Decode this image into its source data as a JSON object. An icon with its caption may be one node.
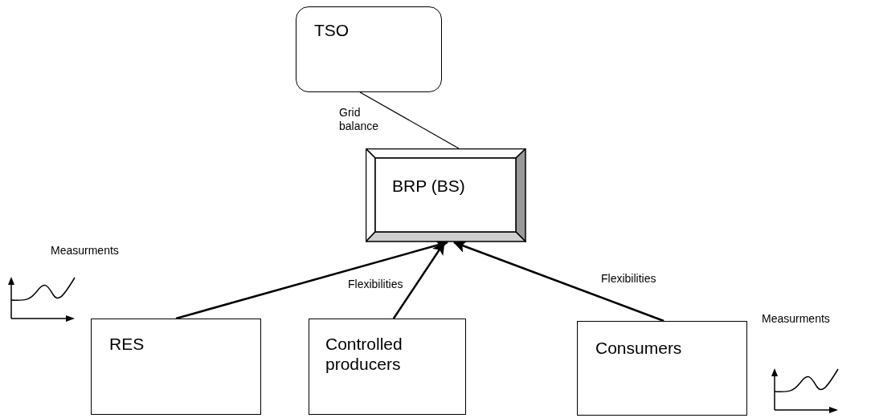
{
  "diagram": {
    "nodes": [
      {
        "text": [
          "TSO"
        ]
      },
      {
        "text": [
          "BRP (BS)"
        ]
      },
      {
        "text": [
          "RES"
        ]
      },
      {
        "text": [
          "Controlled producers"
        ]
      },
      {
        "text": [
          "Consumers"
        ]
      }
    ],
    "edges": [
      {
        "from": 0,
        "to": 1,
        "arrow": "none",
        "label": "Grid balance"
      },
      {
        "from": 2,
        "to": 1,
        "arrow": "to"
      },
      {
        "from": 3,
        "to": 1,
        "arrow": "to",
        "label": "Flexibilities"
      },
      {
        "from": 4,
        "to": 1,
        "arrow": "to",
        "label": "Flexibilities"
      }
    ],
    "labels": [
      "Measurments",
      "Measurments"
    ]
  }
}
